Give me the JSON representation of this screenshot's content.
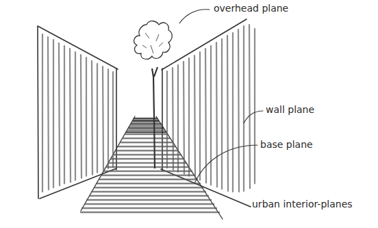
{
  "diagram": {
    "caption": "urban interior-planes",
    "labels": [
      "overhead plane",
      "wall plane",
      "base plane"
    ]
  }
}
